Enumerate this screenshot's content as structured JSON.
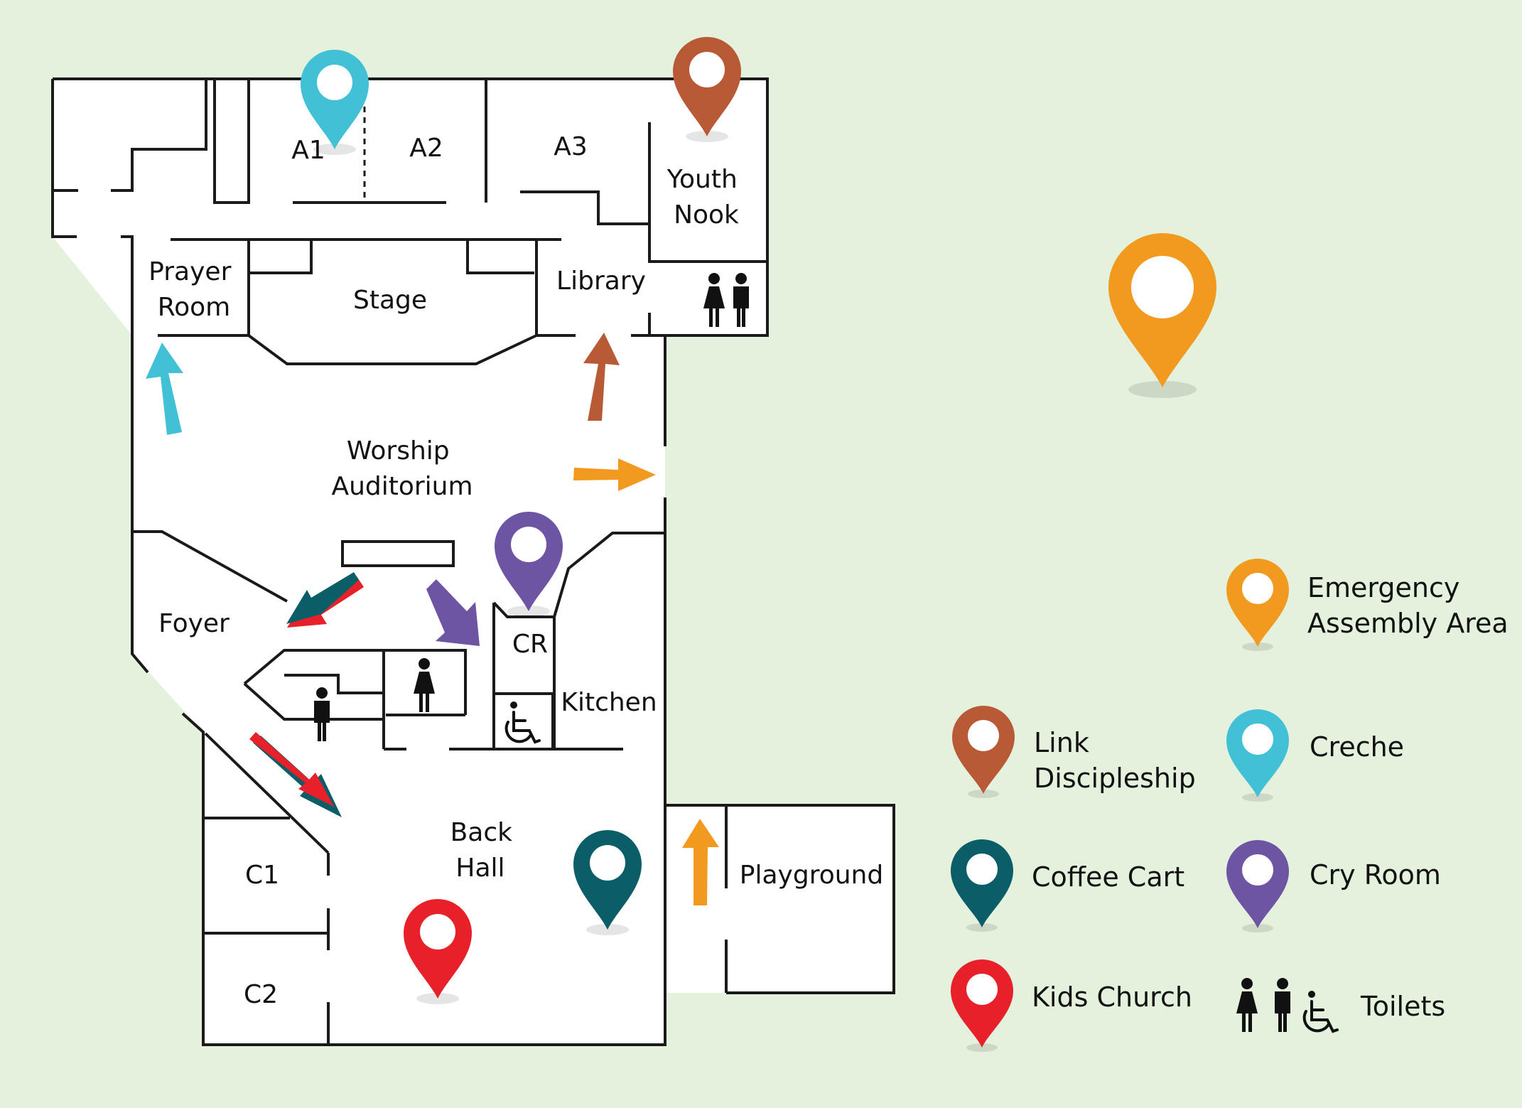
{
  "rooms": {
    "a1": "A1",
    "a2": "A2",
    "a3": "A3",
    "youth_nook": [
      "Youth",
      "Nook"
    ],
    "prayer_room": [
      "Prayer",
      "Room"
    ],
    "stage": "Stage",
    "library": "Library",
    "worship_auditorium": [
      "Worship",
      "Auditorium"
    ],
    "foyer": "Foyer",
    "cr": "CR",
    "kitchen": "Kitchen",
    "back_hall": [
      "Back",
      "Hall"
    ],
    "c1": "C1",
    "c2": "C2",
    "playground": "Playground"
  },
  "legend": {
    "emergency": [
      "Emergency",
      "Assembly Area"
    ],
    "link": [
      "Link",
      "Discipleship"
    ],
    "creche": "Creche",
    "coffee": "Coffee Cart",
    "cry_room": "Cry Room",
    "kids": "Kids Church",
    "toilets": "Toilets"
  },
  "colors": {
    "emergency": "#f29a1f",
    "link": "#b85a35",
    "creche": "#41c0d6",
    "coffee": "#0b5d68",
    "cry_room": "#6e55a4",
    "kids": "#e8202a",
    "background": "#e4f1dc"
  }
}
